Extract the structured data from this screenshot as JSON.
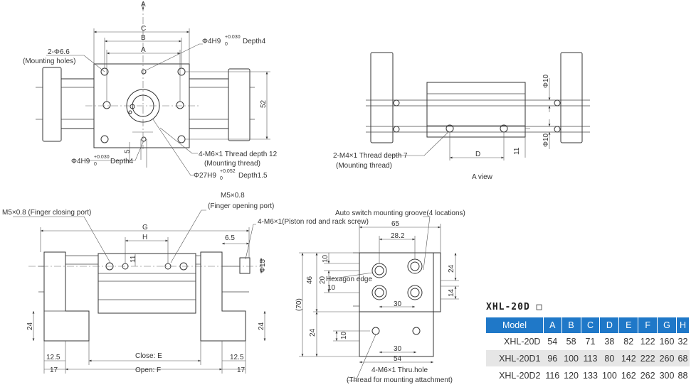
{
  "top_view": {
    "lbl_A_arrow": "A",
    "lbl_C": "C",
    "lbl_B": "B",
    "lbl_A": "A",
    "hole": "2-Φ6.6",
    "hole_note": "(Mounting holes)",
    "pin_top": "Φ4H9",
    "pin_top_tol": "+0.030",
    "pin_top_tol0": "0",
    "pin_top_depth": "Depth4",
    "dim_52": "52",
    "dim_5": "5",
    "pin_bot": "Φ4H9",
    "pin_bot_tol": "+0.030",
    "pin_bot_tol0": "0",
    "pin_bot_depth": "Depth4",
    "thread": "4-M6×1 Thread depth 12",
    "thread_note": "(Mounting thread)",
    "bore": "Φ27H9",
    "bore_tol": "+0.052",
    "bore_tol0": "0",
    "bore_depth": "Depth1.5"
  },
  "a_view": {
    "phi10_top": "Φ10",
    "phi10_bot": "Φ10",
    "dim_11": "11",
    "dim_D": "D",
    "thread": "2-M4×1 Thread depth 7",
    "thread_note": "(Mounting thread)",
    "caption": "A view"
  },
  "front_view": {
    "port_open": "M5×0.8",
    "port_open_note": "(Finger opening port)",
    "port_close": "M5×0.8 (Finger closing port)",
    "piston": "4-M6×1(Piston rod and rack screw)",
    "dim_G": "G",
    "dim_H": "H",
    "dim_11": "11",
    "dim_6_5": "6.5",
    "phi15": "Φ15",
    "dim_24_l": "24",
    "dim_24_r": "24",
    "dim_12_5_l": "12.5",
    "dim_12_5_r": "12.5",
    "dim_17_l": "17",
    "dim_17_r": "17",
    "close": "Close: E",
    "open": "Open: F"
  },
  "side_view": {
    "groove": "Auto switch mounting groove(4 locations)",
    "dim_65": "65",
    "dim_28_2": "28.2",
    "dim_10a": "10",
    "dim_46": "46",
    "dim_20": "20",
    "hex": "Hexagon edge",
    "dim_10b": "10",
    "dim_70": "(70)",
    "dim_30_top": "30",
    "dim_24_top": "24",
    "dim_14": "14",
    "dim_24_bot": "24",
    "dim_10c": "10",
    "dim_30_bot": "30",
    "dim_54": "54",
    "thru": "4-M6×1 Thru.hole",
    "thru_note": "(Thread for mounting attachment)"
  },
  "spec": {
    "title": "XHL-20D",
    "box_glyph": "□",
    "headers": [
      "Model",
      "A",
      "B",
      "C",
      "D",
      "E",
      "F",
      "G",
      "H"
    ],
    "rows": [
      [
        "XHL-20D",
        "54",
        "58",
        "71",
        "38",
        "82",
        "122",
        "160",
        "32"
      ],
      [
        "XHL-20D1",
        "96",
        "100",
        "113",
        "80",
        "142",
        "222",
        "260",
        "68"
      ],
      [
        "XHL-20D2",
        "116",
        "120",
        "133",
        "100",
        "162",
        "262",
        "300",
        "88"
      ]
    ],
    "header_color": "#1f78c8",
    "alt_row_color": "#e6e6e6"
  }
}
